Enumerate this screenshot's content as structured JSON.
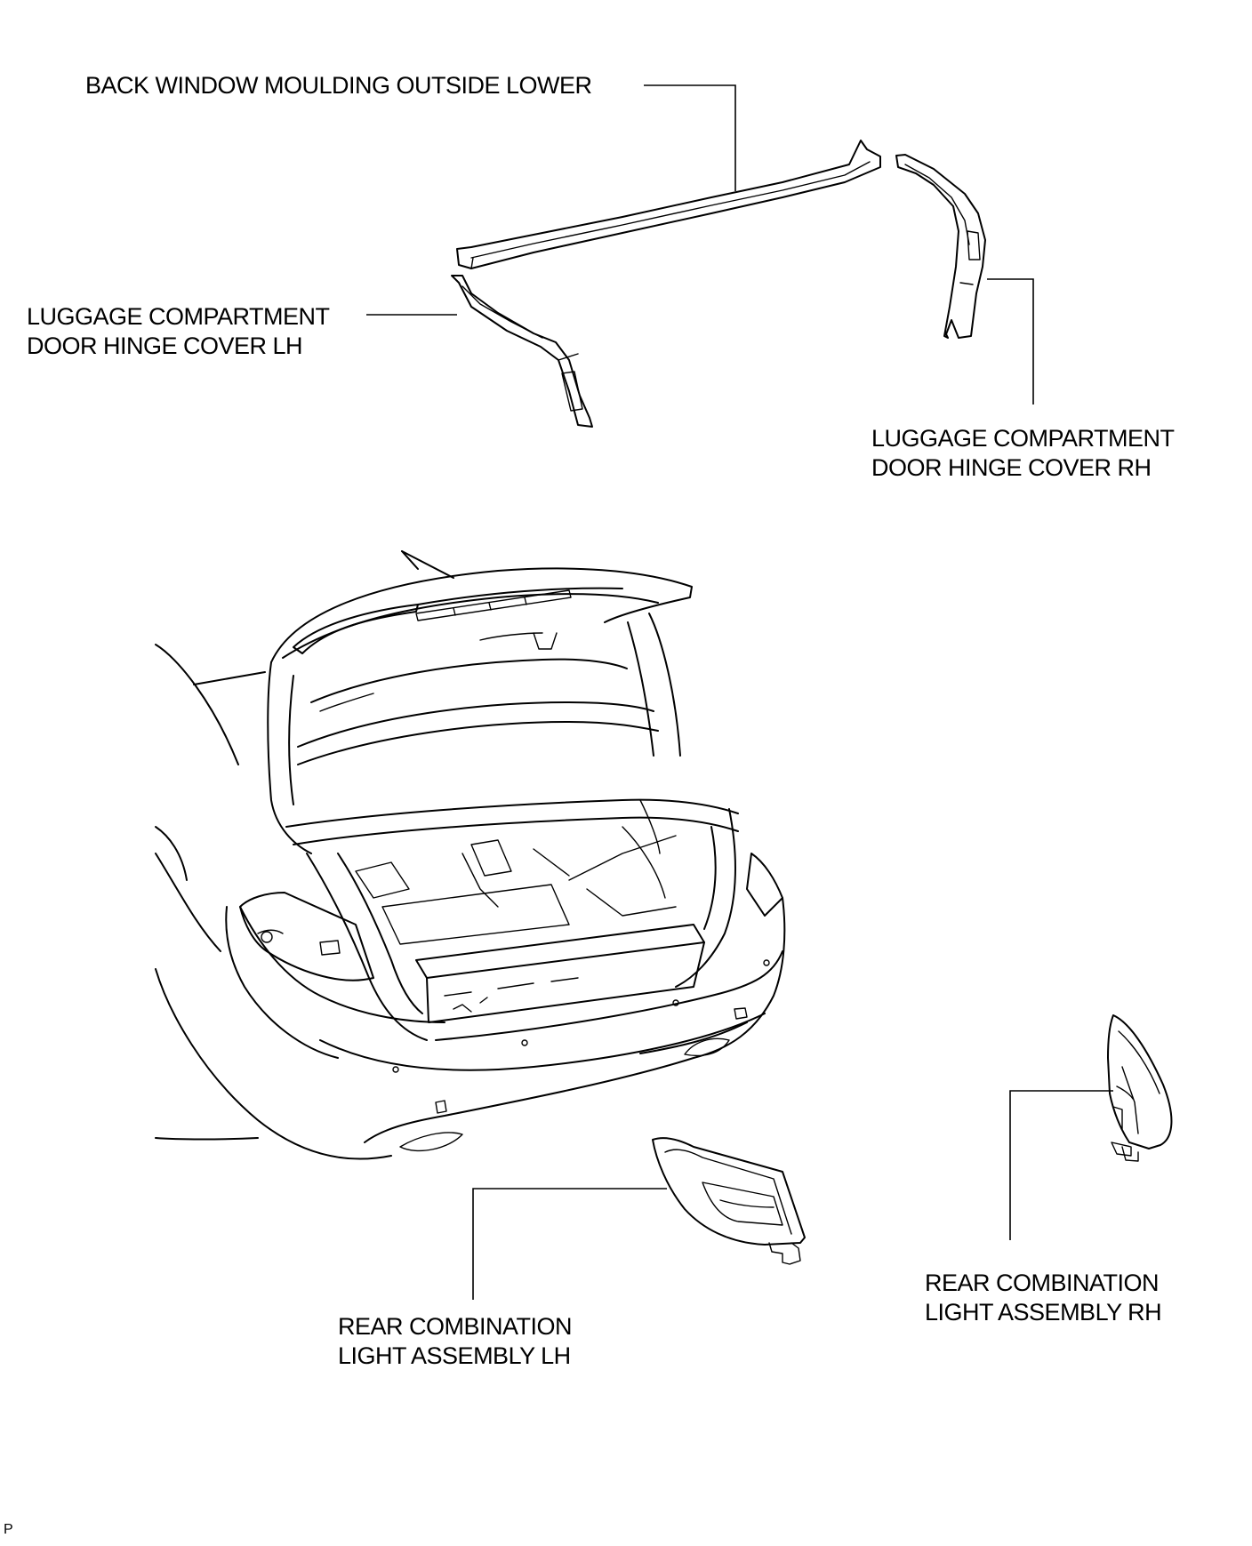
{
  "callouts": {
    "back_window_moulding": "BACK WINDOW MOULDING OUTSIDE LOWER",
    "hinge_cover_lh": [
      "LUGGAGE COMPARTMENT",
      "DOOR HINGE COVER LH"
    ],
    "hinge_cover_rh": [
      "LUGGAGE COMPARTMENT",
      "DOOR HINGE COVER RH"
    ],
    "rear_light_lh": [
      "REAR COMBINATION",
      "LIGHT ASSEMBLY LH"
    ],
    "rear_light_rh": [
      "REAR COMBINATION",
      "LIGHT ASSEMBLY RH"
    ]
  },
  "figure_code": "P"
}
